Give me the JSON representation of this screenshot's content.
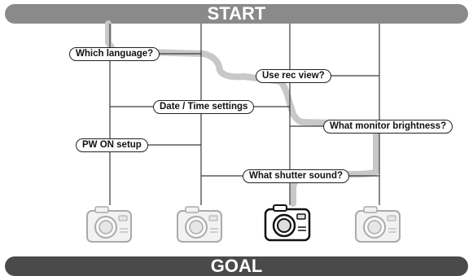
{
  "start_label": "START",
  "goal_label": "GOAL",
  "questions": [
    {
      "label": "Which language?"
    },
    {
      "label": "Use rec view?"
    },
    {
      "label": "Date / Time settings"
    },
    {
      "label": "What monitor brightness?"
    },
    {
      "label": "PW ON setup"
    },
    {
      "label": "What shutter sound?"
    }
  ],
  "cameras": [
    {
      "name": "camera-1",
      "highlighted": false
    },
    {
      "name": "camera-2",
      "highlighted": false
    },
    {
      "name": "camera-3",
      "highlighted": true
    },
    {
      "name": "camera-4",
      "highlighted": false
    }
  ],
  "colors": {
    "start_bar": "#8a8a8a",
    "goal_bar": "#4a4a4a",
    "path_highlight": "#c8c8c8",
    "lines": "#3a3a3a"
  }
}
